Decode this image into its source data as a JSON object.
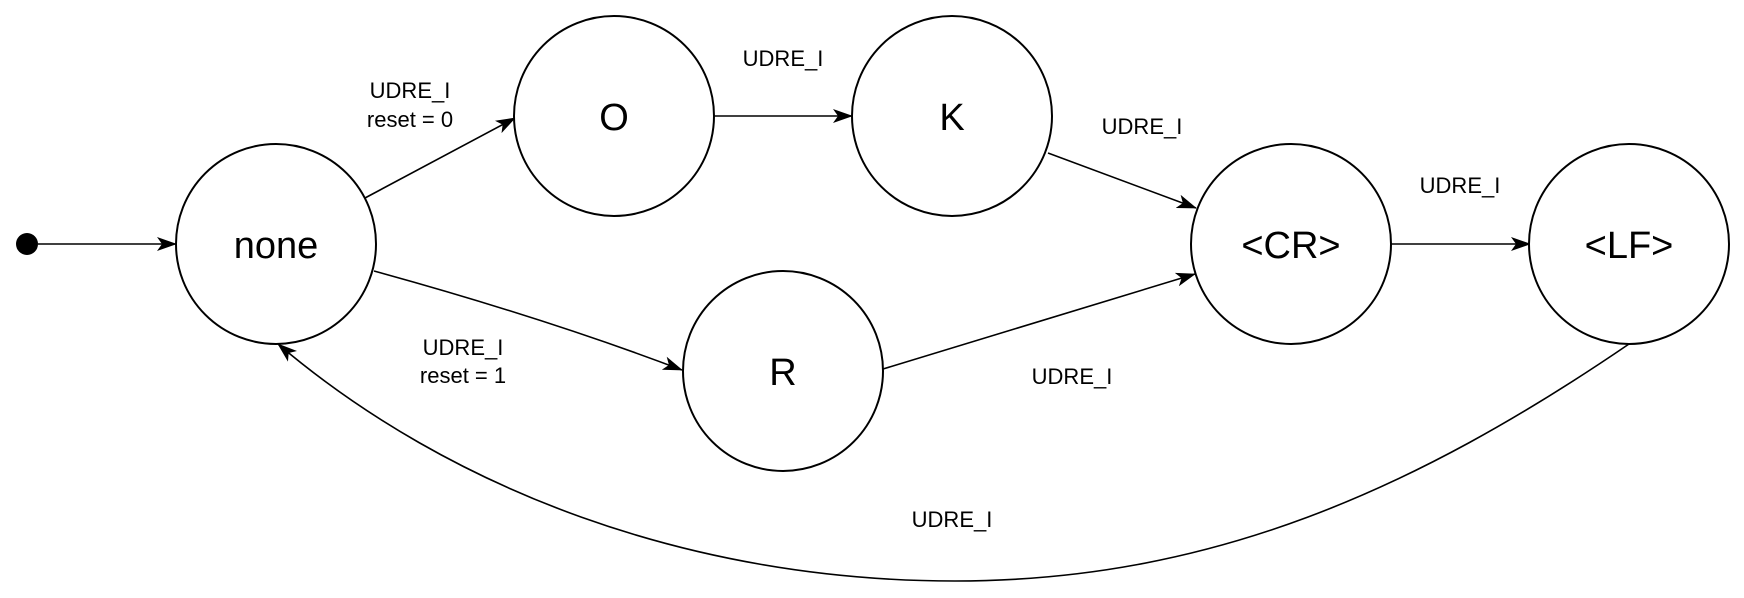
{
  "diagram": {
    "states": {
      "none": "none",
      "o": "O",
      "k": "K",
      "r": "R",
      "cr": "<CR>",
      "lf": "<LF>"
    },
    "transitions": {
      "none_to_o": {
        "event": "UDRE_I",
        "action": "reset = 0"
      },
      "o_to_k": {
        "event": "UDRE_I"
      },
      "k_to_cr": {
        "event": "UDRE_I"
      },
      "none_to_r": {
        "event": "UDRE_I",
        "action": "reset = 1"
      },
      "r_to_cr": {
        "event": "UDRE_I"
      },
      "cr_to_lf": {
        "event": "UDRE_I"
      },
      "lf_to_none": {
        "event": "UDRE_I"
      }
    },
    "colors": {
      "stroke": "#000000",
      "fill": "#ffffff"
    }
  }
}
